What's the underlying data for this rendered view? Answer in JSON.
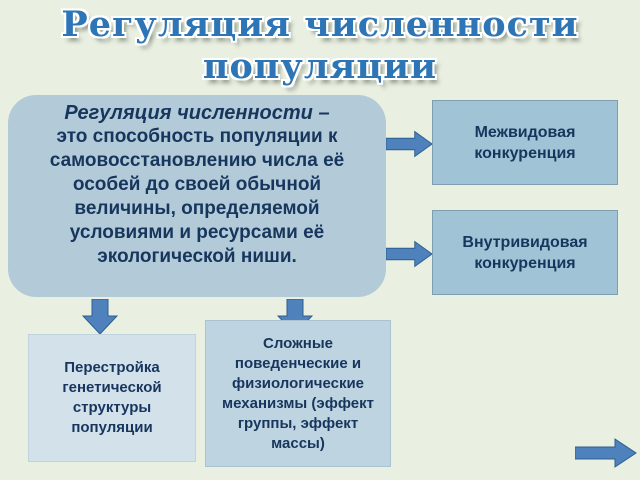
{
  "title": {
    "line1": "Регуляция численности",
    "line2": "популяции"
  },
  "definition": {
    "lead": "Регуляция численности –",
    "rest": "это способность популяции к самовосстановлению числа её особей до своей обычной величины, определяемой условиями и ресурсами её экологической ниши."
  },
  "boxes": {
    "interspecific": "Межвидовая конкуренция",
    "intraspecific": "Внутривидовая конкуренция",
    "genetic": "Перестройка генетической структуры популяции",
    "mechanisms": "Сложные поведенческие и физиологические механизмы (эффект группы, эффект массы)"
  },
  "colors": {
    "background": "#eaf0e1",
    "title": "#2e75b6",
    "definition_bg": "#b3cbd8",
    "side_box_bg": "#a0c4d6",
    "bottom_left_bg": "#d3e1eb",
    "bottom_right_bg": "#bed4e1",
    "arrow": "#4f81bd",
    "text": "#17365d"
  }
}
